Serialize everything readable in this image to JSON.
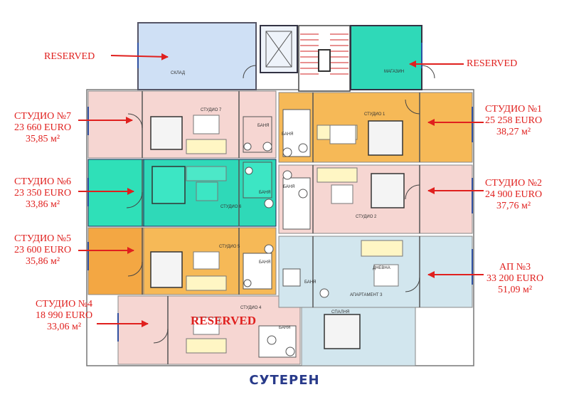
{
  "title": "СУТЕРЕН",
  "colors": {
    "red": "#e0201e",
    "blue_room": "#cfe0f5",
    "orange_room": "#f6b957",
    "pink_room": "#f6d6d2",
    "teal_room": "#2fd9b8",
    "light_blue_room": "#d2e6ee"
  },
  "labels": {
    "reserved_top_left": {
      "line1": "RESERVED"
    },
    "reserved_top_right": {
      "line1": "RESERVED"
    },
    "studio7": {
      "line1": "СТУДИО №7",
      "line2": "23 660 EURO",
      "line3": "35,85 м²"
    },
    "studio6": {
      "line1": "СТУДИО №6",
      "line2": "23 350 EURO",
      "line3": "33,86 м²"
    },
    "studio5": {
      "line1": "СТУДИО №5",
      "line2": "23 600 EURO",
      "line3": "35,86 м²"
    },
    "studio4": {
      "line1": "СТУДИО №4",
      "line2": "18 990 EURO",
      "line3": "33,06 м²"
    },
    "studio1": {
      "line1": "СТУДИО №1",
      "line2": "25 258 EURO",
      "line3": "38,27 м²"
    },
    "studio2": {
      "line1": "СТУДИО №2",
      "line2": "24 900 EURO",
      "line3": "37,76 м²"
    },
    "ap3": {
      "line1": "АП №3",
      "line2": "33 200 EURO",
      "line3": "51,09 м²"
    },
    "reserved_studio4": "RESERVED"
  },
  "rooms": {
    "sklad": "СКЛАД",
    "magazin": "МАГАЗИН",
    "studio7": "СТУДИО 7",
    "studio6": "СТУДИО 6",
    "studio5": "СТУДИО 5",
    "studio4": "СТУДИО 4",
    "studio1": "СТУДИО 1",
    "studio2": "СТУДИО 2",
    "apartment3": "АПАРТАМЕНТ 3",
    "bath": "БАНЯ",
    "living": "ДНЕВНА",
    "bedroom": "СПАЛНЯ"
  }
}
